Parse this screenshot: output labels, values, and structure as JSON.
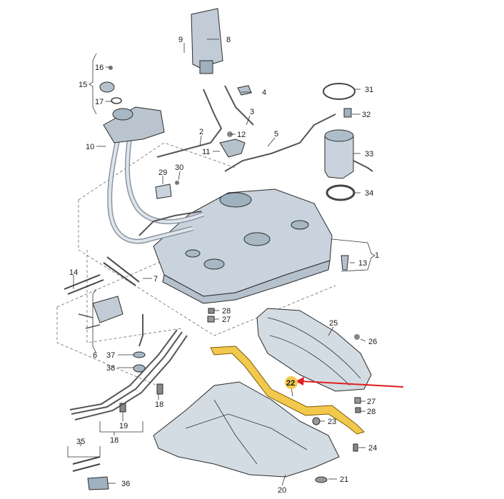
{
  "labels": {
    "l1": "1",
    "l2": "2",
    "l3": "3",
    "l4": "4",
    "l5": "5",
    "l6": "6",
    "l7": "7",
    "l8": "8",
    "l9": "9",
    "l10": "10",
    "l11": "11",
    "l12": "12",
    "l13": "13",
    "l14": "14",
    "l15": "15",
    "l16": "16",
    "l17": "17",
    "l18": "18",
    "l18b": "18",
    "l19": "19",
    "l20": "20",
    "l21": "21",
    "l22": "22",
    "l23": "23",
    "l24": "24",
    "l25": "25",
    "l26": "26",
    "l27": "27",
    "l27b": "27",
    "l28": "28",
    "l28b": "28",
    "l29": "29",
    "l30": "30",
    "l31": "31",
    "l32": "32",
    "l33": "33",
    "l34": "34",
    "l35": "35",
    "l36": "36",
    "l37": "37",
    "l38": "38"
  },
  "colors": {
    "tank": "#c9d3dd",
    "shield": "#d3dbe3",
    "highlight_part": "#f2c94c",
    "callout_badge": "#f2c94c",
    "arrow": "#e02020"
  }
}
